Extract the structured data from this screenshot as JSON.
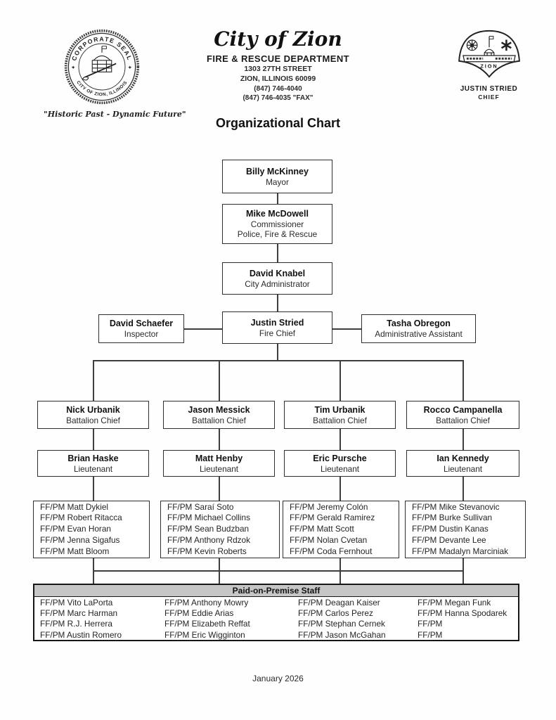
{
  "header": {
    "seal_top_text": "CORPORATE SEAL",
    "seal_bottom_text": "CITY OF ZION, ILLINOIS",
    "tagline": "\"Historic Past - Dynamic Future\"",
    "city": "City of Zion",
    "dept": "FIRE & RESCUE DEPARTMENT",
    "address1": "1303 27TH STREET",
    "address2": "ZION, ILLINOIS 60099",
    "phone": "(847) 746-4040",
    "fax": "(847) 746-4035 \"FAX\"",
    "badge_city": "ZION",
    "badge_name": "JUSTIN STRIED",
    "badge_title": "CHIEF"
  },
  "title": "Organizational Chart",
  "chart": {
    "mayor": {
      "name": "Billy McKinney",
      "role": "Mayor"
    },
    "commissioner": {
      "name": "Mike McDowell",
      "role": "Commissioner",
      "role2": "Police, Fire & Rescue"
    },
    "administrator": {
      "name": "David Knabel",
      "role": "City Administrator"
    },
    "chief": {
      "name": "Justin Stried",
      "role": "Fire Chief"
    },
    "inspector": {
      "name": "David Schaefer",
      "role": "Inspector"
    },
    "admin_assistant": {
      "name": "Tasha Obregon",
      "role": "Administrative Assistant"
    },
    "columns": [
      {
        "battalion_chief": {
          "name": "Nick Urbanik",
          "role": "Battalion Chief"
        },
        "lieutenant": {
          "name": "Brian Haske",
          "role": "Lieutenant"
        },
        "staff": [
          "FF/PM Matt Dykiel",
          "FF/PM Robert Ritacca",
          "FF/PM Evan Horan",
          "FF/PM Jenna Sigafus",
          "FF/PM Matt Bloom"
        ]
      },
      {
        "battalion_chief": {
          "name": "Jason Messick",
          "role": "Battalion Chief"
        },
        "lieutenant": {
          "name": "Matt Henby",
          "role": "Lieutenant"
        },
        "staff": [
          "FF/PM Saraí Soto",
          "FF/PM Michael Collins",
          "FF/PM Sean Budzban",
          "FF/PM Anthony Rdzok",
          "FF/PM Kevin Roberts"
        ]
      },
      {
        "battalion_chief": {
          "name": "Tim Urbanik",
          "role": "Battalion Chief"
        },
        "lieutenant": {
          "name": "Eric Pursche",
          "role": "Lieutenant"
        },
        "staff": [
          "FF/PM Jeremy Colón",
          "FF/PM Gerald Ramirez",
          "FF/PM Matt Scott",
          "FF/PM Nolan Cvetan",
          "FF/PM Coda Fernhout"
        ]
      },
      {
        "battalion_chief": {
          "name": "Rocco Campanella",
          "role": "Battalion Chief"
        },
        "lieutenant": {
          "name": "Ian Kennedy",
          "role": "Lieutenant"
        },
        "staff": [
          "FF/PM Mike Stevanovic",
          "FF/PM Burke Sullivan",
          "FF/PM Dustin Kanas",
          "FF/PM Devante Lee",
          "FF/PM Madalyn Marciniak"
        ]
      }
    ]
  },
  "pop": {
    "title": "Paid-on-Premise Staff",
    "columns": [
      [
        "FF/PM Vito LaPorta",
        "FF/PM Marc Harman",
        "FF/PM R.J. Herrera",
        "FF/PM Austin Romero"
      ],
      [
        "FF/PM Anthony Mowry",
        "FF/PM Eddie Arias",
        "FF/PM Elizabeth Reffat",
        "FF/PM Eric Wigginton"
      ],
      [
        "FF/PM Deagan Kaiser",
        "FF/PM Carlos Perez",
        "FF/PM Stephan Cernek",
        "FF/PM Jason McGahan"
      ],
      [
        "FF/PM Megan Funk",
        "FF/PM Hanna Spodarek",
        "FF/PM",
        "FF/PM"
      ]
    ]
  },
  "footer": "January 2026"
}
